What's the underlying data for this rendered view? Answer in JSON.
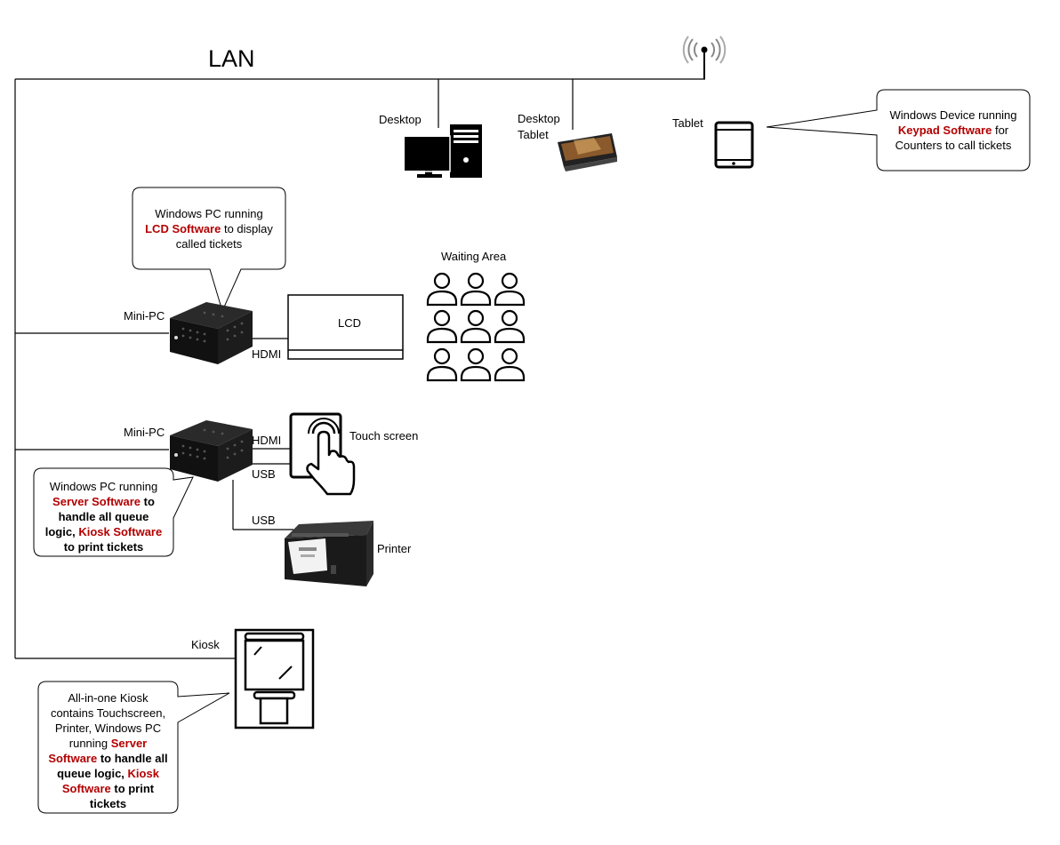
{
  "colors": {
    "line": "#000000",
    "highlight": "#b30000",
    "background": "#ffffff"
  },
  "network": {
    "lan_label": "LAN",
    "wifi_icon": "wifi-antenna-icon"
  },
  "devices": {
    "desktop": "Desktop",
    "desktop_tablet_line1": "Desktop",
    "desktop_tablet_line2": "Tablet",
    "tablet": "Tablet",
    "mini_pc_1": "Mini-PC",
    "mini_pc_2": "Mini-PC",
    "lcd": "LCD",
    "waiting_area": "Waiting Area",
    "touch_screen": "Touch screen",
    "printer": "Printer",
    "kiosk": "Kiosk"
  },
  "connections": {
    "hdmi_lcd": "HDMI",
    "hdmi_touch": "HDMI",
    "usb_touch": "USB",
    "usb_printer": "USB"
  },
  "callouts": {
    "tablet": {
      "line1": "Windows Device running",
      "highlight": "Keypad Software",
      "line2_rest": " for",
      "line3": "Counters to call tickets"
    },
    "lcd": {
      "line1": "Windows PC running",
      "highlight": "LCD Software",
      "line2_rest": " to display",
      "line3": "called tickets"
    },
    "server": {
      "line1": "Windows PC running",
      "highlight1": "Server Software",
      "line2_rest": " to",
      "line3": "handle all queue",
      "line4_start": "logic, ",
      "highlight2": "Kiosk Software",
      "line5": "to print tickets"
    },
    "kiosk": {
      "line1": "All-in-one Kiosk",
      "line2": "contains Touchscreen,",
      "line3": "Printer, Windows PC",
      "line4_start": "running ",
      "highlight1": "Server",
      "highlight1b": "Software",
      "line5_rest": " to handle all",
      "line6_start": "queue logic, ",
      "highlight2": "Kiosk",
      "highlight2b": "Software",
      "line7_rest": " to print",
      "line8": "tickets"
    }
  }
}
